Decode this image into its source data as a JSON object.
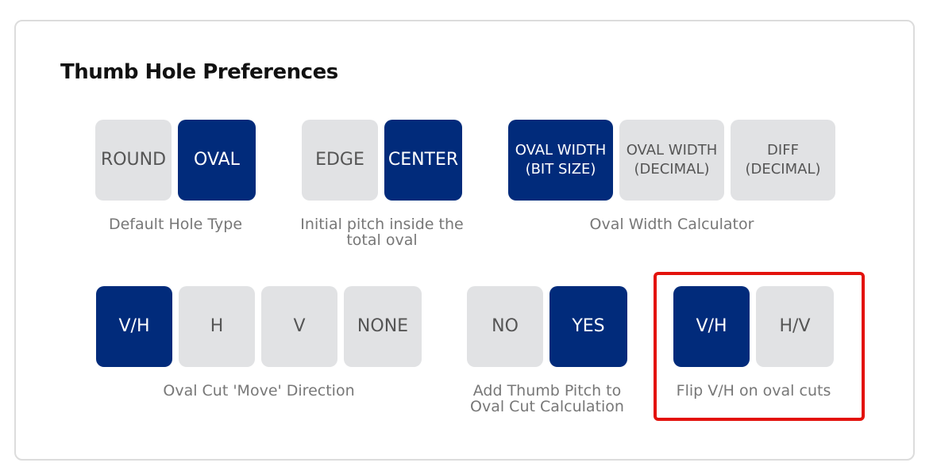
{
  "title": "Thumb Hole Preferences",
  "colors": {
    "selected_bg": "#012b7b",
    "unselected_bg": "#e1e2e4",
    "highlight_border": "#e3120c"
  },
  "groups": {
    "hole_type": {
      "options": [
        "ROUND",
        "OVAL"
      ],
      "selected": "OVAL",
      "caption": "Default Hole Type"
    },
    "initial_pitch": {
      "options": [
        "EDGE",
        "CENTER"
      ],
      "selected": "CENTER",
      "caption_line1": "Initial pitch inside the",
      "caption_line2": "total oval"
    },
    "oval_width": {
      "options": [
        {
          "line1": "OVAL WIDTH",
          "line2": "(BIT SIZE)"
        },
        {
          "line1": "OVAL WIDTH",
          "line2": "(DECIMAL)"
        },
        {
          "line1": "DIFF",
          "line2": "(DECIMAL)"
        }
      ],
      "selected_index": 0,
      "caption": "Oval Width Calculator"
    },
    "move_direction": {
      "options": [
        "V/H",
        "H",
        "V",
        "NONE"
      ],
      "selected": "V/H",
      "caption": "Oval Cut 'Move' Direction"
    },
    "thumb_pitch": {
      "options": [
        "NO",
        "YES"
      ],
      "selected": "YES",
      "caption_line1": "Add Thumb Pitch to",
      "caption_line2": "Oval Cut Calculation"
    },
    "flip": {
      "options": [
        "V/H",
        "H/V"
      ],
      "selected": "V/H",
      "caption": "Flip V/H on oval cuts"
    }
  }
}
